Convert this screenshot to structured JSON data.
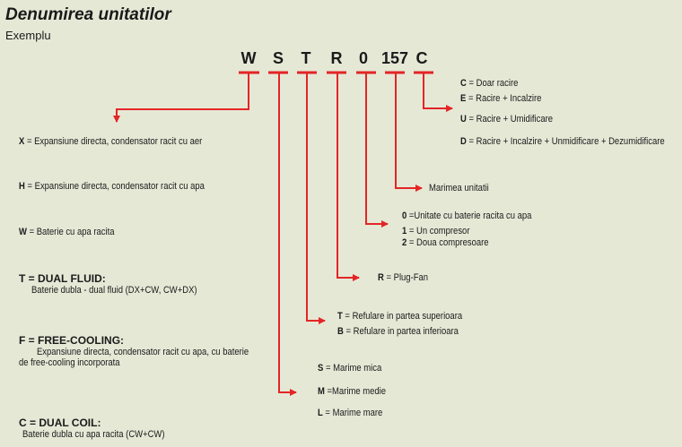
{
  "title": "Denumirea unitatilor",
  "subtitle": "Exemplu",
  "code": [
    "W",
    "S",
    "T",
    "R",
    "0",
    "157",
    "C"
  ],
  "colors": {
    "background": "#e6e8d6",
    "accent": "#e32526"
  },
  "type": [
    {
      "key": "X",
      "sep": " = ",
      "desc": "Expansiune directa, condensator racit cu aer"
    },
    {
      "key": "H",
      "sep": " = ",
      "desc": "Expansiune directa, condensator racit cu apa"
    },
    {
      "key": "W",
      "sep": " = ",
      "desc": "Baterie cu apa racita"
    },
    {
      "key": "T",
      "sep": " = ",
      "head": "DUAL FLUID:",
      "desc": "Baterie dubla  - dual fluid (DX+CW, CW+DX)"
    },
    {
      "key": "F",
      "sep": " = ",
      "head": "FREE-COOLING:",
      "desc": "Expansiune directa, condensator racit cu apa, cu baterie",
      "desc2": "de free-cooling incorporata"
    },
    {
      "key": "C",
      "sep": " = ",
      "head": "DUAL COIL:",
      "desc": "Baterie dubla cu apa racita  (CW+CW)"
    }
  ],
  "size": [
    {
      "key": "S",
      "sep": " = ",
      "desc": "Marime mica"
    },
    {
      "key": "M",
      "sep": " =",
      "desc": "Marime medie"
    },
    {
      "key": "L",
      "sep": " =  ",
      "desc": "Marime mare"
    }
  ],
  "discharge": [
    {
      "key": "T",
      "sep": " = ",
      "desc": "Refulare in partea superioara"
    },
    {
      "key": "B",
      "sep": " = ",
      "desc": "Refulare in partea inferioara"
    }
  ],
  "fan": {
    "key": "R",
    "sep": " = ",
    "desc": "Plug-Fan"
  },
  "compressor": [
    {
      "key": "0",
      "sep": " =",
      "desc": "Unitate cu baterie racita cu apa"
    },
    {
      "key": "1",
      "sep": " = ",
      "desc": "Un compresor"
    },
    {
      "key": "2",
      "sep": " = ",
      "desc": "Doua compresoare"
    }
  ],
  "unit_size": "Marimea unitatii",
  "function": [
    {
      "key": "C",
      "sep": " = ",
      "desc": "Doar racire"
    },
    {
      "key": "E",
      "sep": " = ",
      "desc": "Racire + Incalzire"
    },
    {
      "key": "U",
      "sep": " =  ",
      "desc": "Racire + Umidificare"
    },
    {
      "key": "D",
      "sep": " =  ",
      "desc": "Racire + Incalzire + Unmidificare + Dezumidificare"
    }
  ]
}
